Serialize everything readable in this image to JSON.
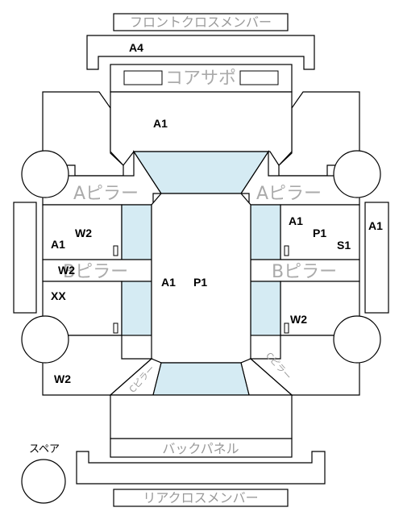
{
  "colors": {
    "glass": "#d5ebf3",
    "outline": "#000000",
    "label_gray": "#9a9a9a"
  },
  "parts": {
    "front_cross_member": "フロントクロスメンバー",
    "core_support": "コアサポ",
    "a_pillar_left": "Aピラー",
    "a_pillar_right": "Aピラー",
    "b_pillar_left": "Bピラー",
    "b_pillar_right": "Bピラー",
    "back_panel": "バックパネル",
    "rear_cross_member": "リアクロスメンバー",
    "spare": "スペア",
    "c_pillar_left": "Cピラー",
    "c_pillar_right": "Cピラー"
  },
  "codes": {
    "front_bar": "A4",
    "hood": "A1",
    "left_rear_side_1": "A1",
    "left_rear_side_2": "W2",
    "right_front_side_1": "A1",
    "right_front_side_2": "P1",
    "right_front_side_3": "S1",
    "right_rocker": "A1",
    "left_b_pillar": "W2",
    "left_rear_door": "XX",
    "roof_1": "A1",
    "roof_2": "P1",
    "right_rear_door": "W2",
    "left_rear_quarter": "W2"
  }
}
